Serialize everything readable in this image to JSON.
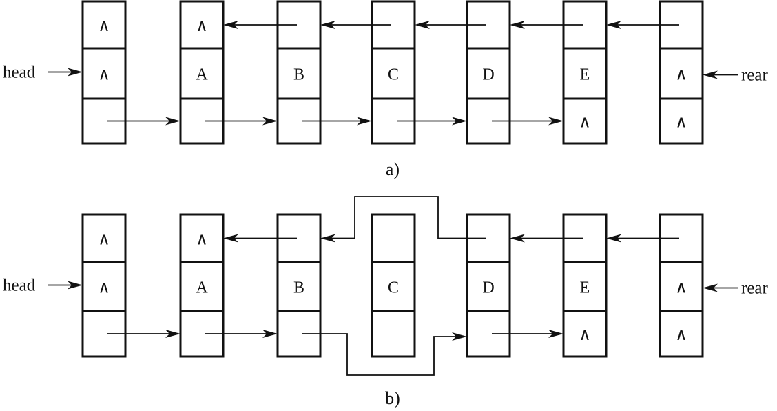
{
  "diagrams": [
    {
      "id": "a",
      "caption": "a)",
      "head_label": "head",
      "rear_label": "rear",
      "nodes": [
        {
          "prior": "∧",
          "data": "∧",
          "next": ""
        },
        {
          "prior": "∧",
          "data": "A",
          "next": ""
        },
        {
          "prior": "",
          "data": "B",
          "next": ""
        },
        {
          "prior": "",
          "data": "C",
          "next": ""
        },
        {
          "prior": "",
          "data": "D",
          "next": ""
        },
        {
          "prior": "",
          "data": "E",
          "next": "∧"
        },
        {
          "prior": "",
          "data": "∧",
          "next": "∧"
        }
      ],
      "links": {
        "next": [
          [
            0,
            1
          ],
          [
            1,
            2
          ],
          [
            2,
            3
          ],
          [
            3,
            4
          ],
          [
            4,
            5
          ]
        ],
        "prior": [
          [
            2,
            1
          ],
          [
            3,
            2
          ],
          [
            4,
            3
          ],
          [
            5,
            4
          ],
          [
            6,
            5
          ]
        ]
      }
    },
    {
      "id": "b",
      "caption": "b)",
      "head_label": "head",
      "rear_label": "rear",
      "nodes": [
        {
          "prior": "∧",
          "data": "∧",
          "next": ""
        },
        {
          "prior": "∧",
          "data": "A",
          "next": ""
        },
        {
          "prior": "",
          "data": "B",
          "next": ""
        },
        {
          "prior": "",
          "data": "C",
          "next": ""
        },
        {
          "prior": "",
          "data": "D",
          "next": ""
        },
        {
          "prior": "",
          "data": "E",
          "next": "∧"
        },
        {
          "prior": "",
          "data": "∧",
          "next": "∧"
        }
      ],
      "links": {
        "next": [
          [
            0,
            1
          ],
          [
            1,
            2
          ],
          [
            2,
            4
          ],
          [
            4,
            5
          ]
        ],
        "prior": [
          [
            2,
            1
          ],
          [
            4,
            2
          ],
          [
            5,
            4
          ],
          [
            6,
            5
          ]
        ]
      },
      "removed_node": 3
    }
  ]
}
